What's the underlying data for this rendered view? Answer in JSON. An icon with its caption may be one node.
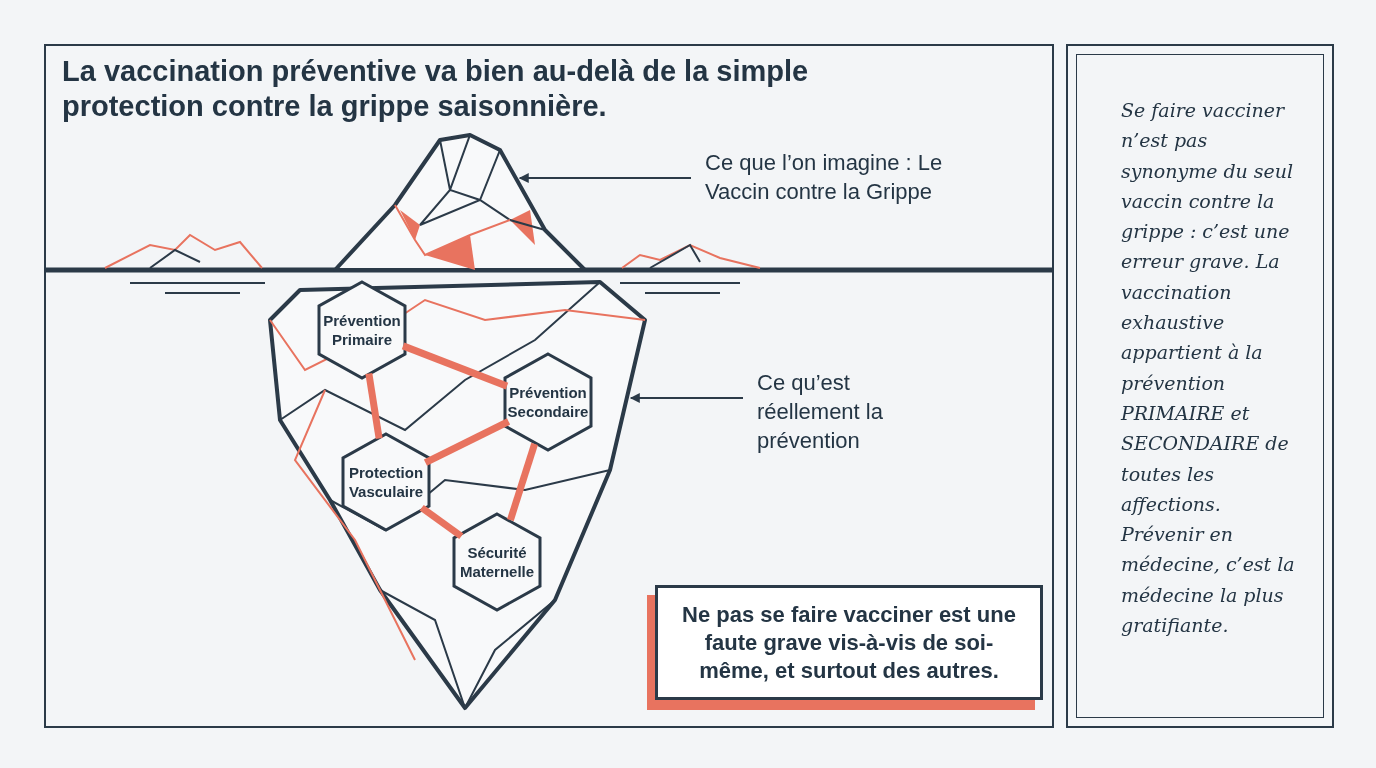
{
  "diagram": {
    "title": "La vaccination préventive va bien au-delà de la simple protection contre la grippe saisonnière.",
    "nodes": [
      {
        "text": [
          "Ce que l’on imagine : Le Vaccin contre la Grippe"
        ]
      },
      {
        "text": [],
        "shape": "picture"
      },
      {
        "text": [],
        "shape": "picture"
      },
      {
        "text": [
          "Prévention Primaire"
        ],
        "in": 2
      },
      {
        "text": [
          "Prévention Secondaire"
        ],
        "in": 2
      },
      {
        "text": [
          "Protection Vasculaire"
        ],
        "in": 2
      },
      {
        "text": [
          "Sécurité Maternelle"
        ],
        "in": 2
      },
      {
        "text": [
          "Ce qu’est réellement la prévention"
        ]
      },
      {
        "text": [
          "Ne pas se faire vacciner est une faute grave vis-à-vis de soi-même, et surtout des autres."
        ]
      },
      {
        "text": [
          "Se faire vacciner n’est pas synonyme du seul vaccin contre la grippe : c’est une erreur grave. La vaccination exhaustive appartient à la prévention PRIMAIRE et SECONDAIRE de toutes les affections. Prévenir en médecine, c’est la médecine la plus gratifiante."
        ]
      }
    ],
    "edges": [
      {
        "from": 0,
        "to": 1,
        "arrow": "to",
        "color": "#2b3a48"
      },
      {
        "from": 7,
        "to": 2,
        "arrow": "to",
        "color": "#2b3a48"
      },
      {
        "from": 3,
        "to": 4,
        "arrow": "none"
      },
      {
        "from": 3,
        "to": 5,
        "arrow": "none"
      },
      {
        "from": 4,
        "to": 5,
        "arrow": "none"
      },
      {
        "from": 4,
        "to": 6,
        "arrow": "none"
      },
      {
        "from": 5,
        "to": 6,
        "arrow": "none"
      }
    ]
  }
}
